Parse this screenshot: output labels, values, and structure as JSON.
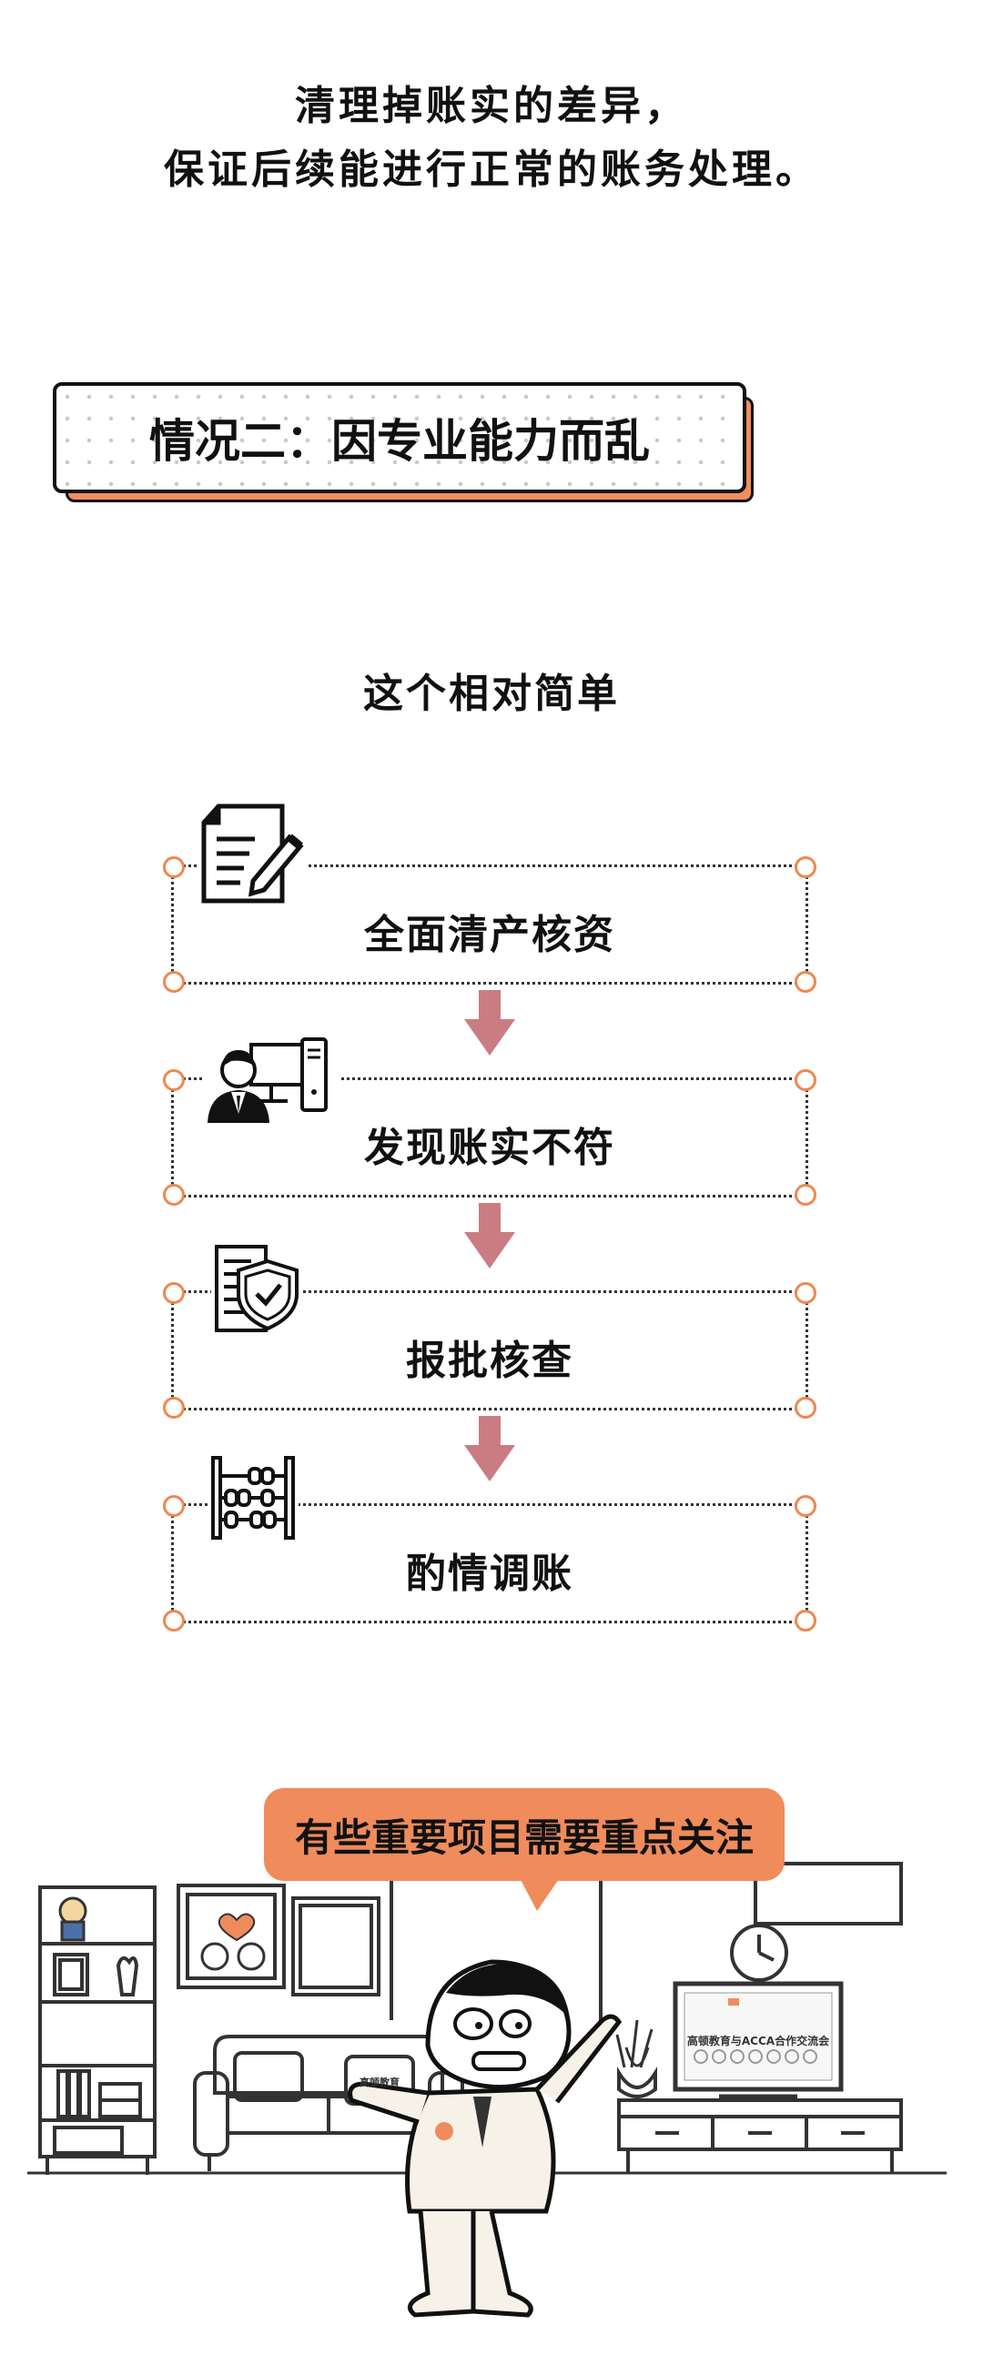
{
  "intro": {
    "line1": "清理掉账实的差异，",
    "line2": "保证后续能进行正常的账务处理。"
  },
  "section": {
    "title": "情况二：因专业能力而乱"
  },
  "subtitle": "这个相对简单",
  "steps": [
    {
      "label": "全面清产核资",
      "icon": "document-pen-icon"
    },
    {
      "label": "发现账实不符",
      "icon": "person-computer-icon"
    },
    {
      "label": "报批核查",
      "icon": "document-shield-icon"
    },
    {
      "label": "酌情调账",
      "icon": "abacus-icon"
    }
  ],
  "bubble": {
    "text": "有些重要项目需要重点关注"
  },
  "scene": {
    "tv_caption": "高顿教育与ACCA合作交流会",
    "pillow_text": "高顿教育"
  },
  "colors": {
    "accent": "#f08b5b",
    "arrow": "#c97d82",
    "ink": "#111111"
  }
}
